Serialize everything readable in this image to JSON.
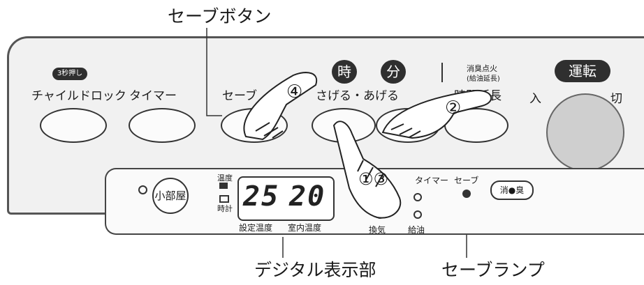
{
  "callouts": {
    "save_button": "セーブボタン",
    "digital_display": "デジタル表示部",
    "save_lamp": "セーブランプ"
  },
  "panel": {
    "three_sec_badge": "3秒押し",
    "child_lock": "チャイルドロック",
    "timer": "タイマー",
    "save": "セーブ",
    "down_up": "さげる・あげる",
    "hour_badge": "時",
    "minute_badge": "分",
    "deodorize_extend_line1": "消臭点火",
    "deodorize_extend_line2": "(給油延長)",
    "time_extend": "時間延長",
    "run_badge": "運転",
    "on": "入",
    "off": "切"
  },
  "display": {
    "small_room": "小部屋",
    "temp_label": "温度",
    "clock_label": "時計",
    "value_left": "25",
    "value_right": "20",
    "set_temp": "設定温度",
    "room_temp": "室内温度",
    "timer_lamp": "タイマー",
    "save_lamp": "セーブ",
    "deodorize": "消●臭",
    "ventilate": "換気",
    "refuel": "給油"
  },
  "steps": {
    "step4": "④",
    "step2": "②",
    "step13": "①③"
  }
}
